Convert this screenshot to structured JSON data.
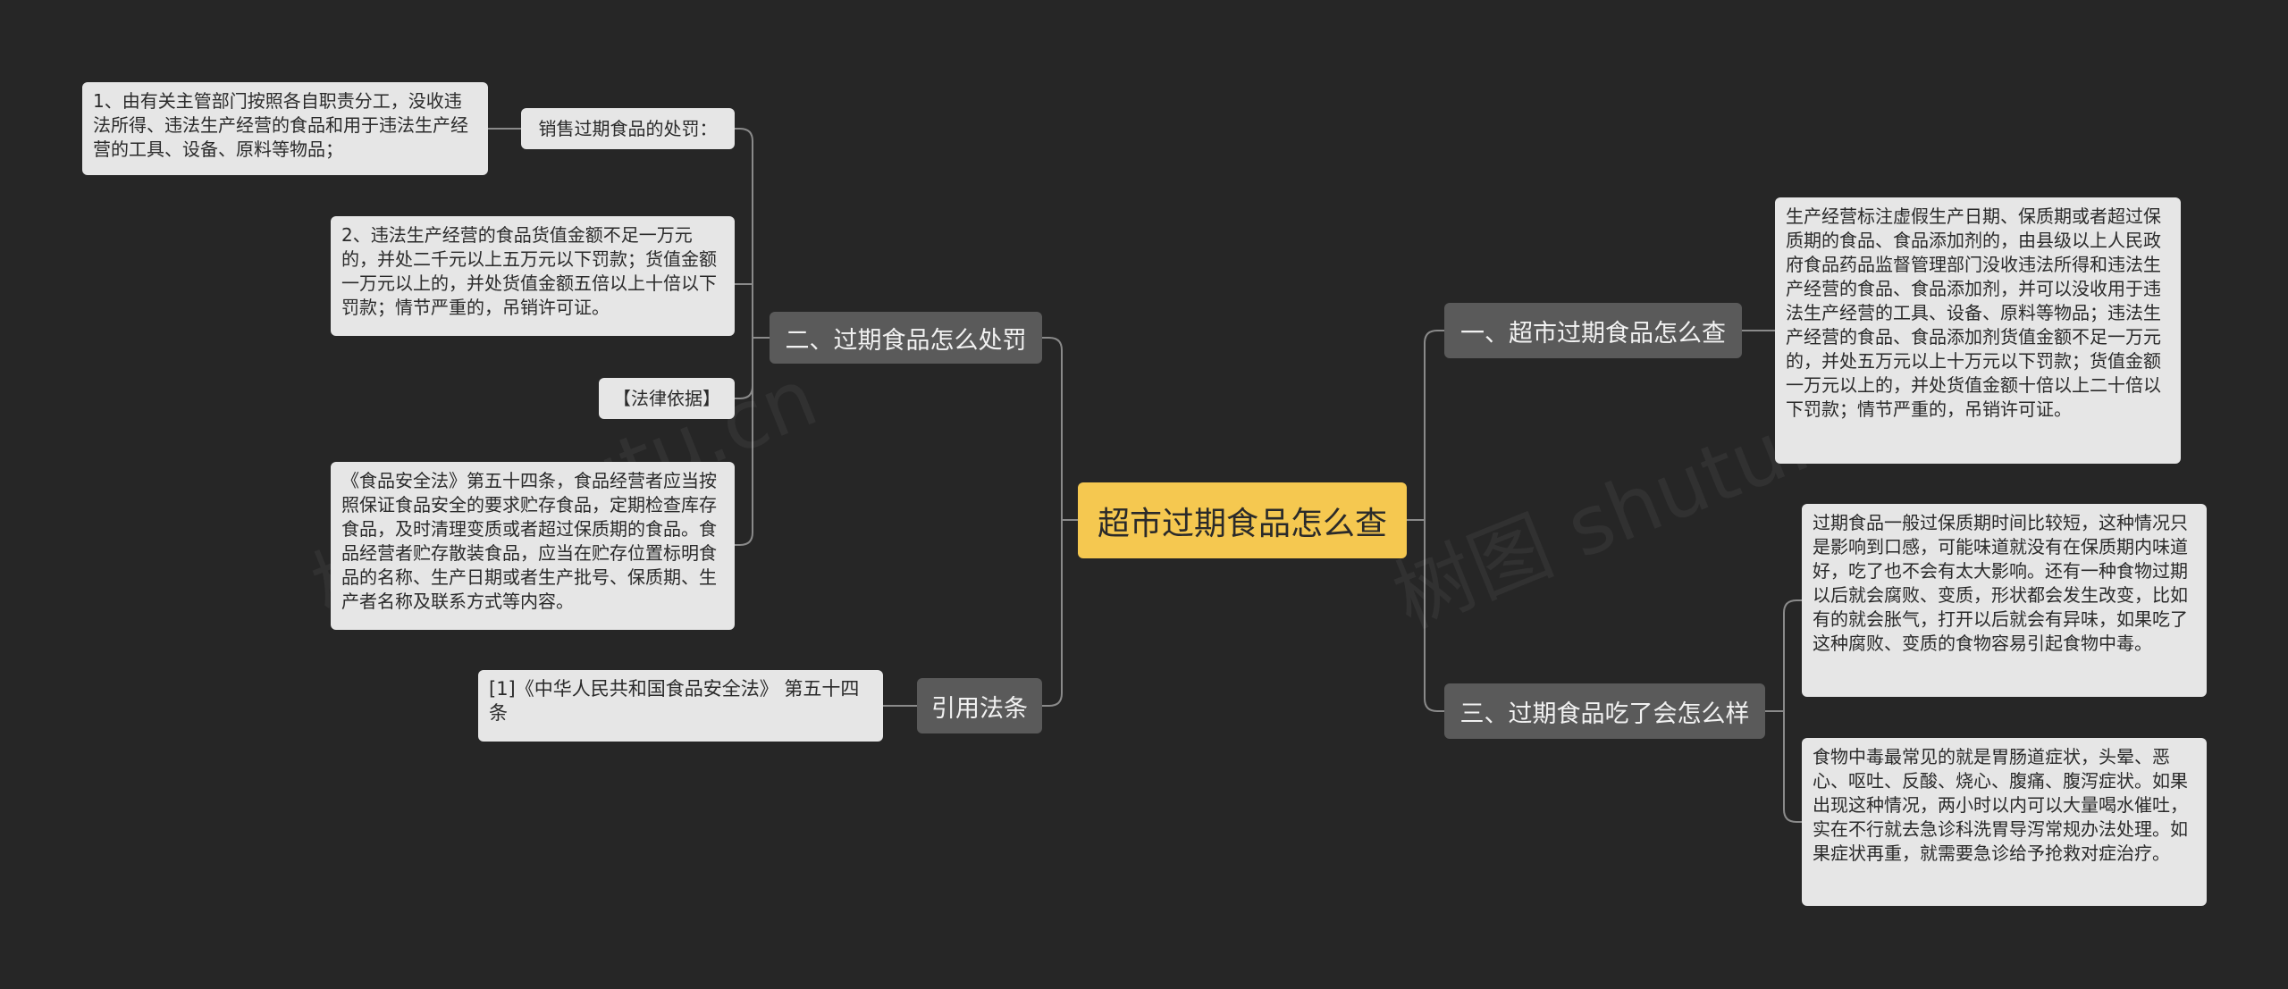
{
  "root": {
    "label": "超市过期食品怎么查"
  },
  "branches": [
    {
      "label": "二、过期食品怎么处罚",
      "children": [
        {
          "label": "销售过期食品的处罚：",
          "children": [
            {
              "text": "1、由有关主管部门按照各自职责分工，没收违法所得、违法生产经营的食品和用于违法生产经营的工具、设备、原料等物品；"
            }
          ]
        },
        {
          "text": "2、违法生产经营的食品货值金额不足一万元的，并处二千元以上五万元以下罚款；货值金额一万元以上的，并处货值金额五倍以上十倍以下罚款；情节严重的，吊销许可证。"
        },
        {
          "label": "【法律依据】"
        },
        {
          "text": "《食品安全法》第五十四条，食品经营者应当按照保证食品安全的要求贮存食品，定期检查库存食品，及时清理变质或者超过保质期的食品。食品经营者贮存散装食品，应当在贮存位置标明食品的名称、生产日期或者生产批号、保质期、生产者名称及联系方式等内容。"
        }
      ]
    },
    {
      "label": "引用法条",
      "children": [
        {
          "text": "[1]《中华人民共和国食品安全法》 第五十四条"
        }
      ]
    },
    {
      "label": "一、超市过期食品怎么查",
      "children": [
        {
          "text": "生产经营标注虚假生产日期、保质期或者超过保质期的食品、食品添加剂的，由县级以上人民政府食品药品监督管理部门没收违法所得和违法生产经营的食品、食品添加剂，并可以没收用于违法生产经营的工具、设备、原料等物品；违法生产经营的食品、食品添加剂货值金额不足一万元的，并处五万元以上十万元以下罚款；货值金额一万元以上的，并处货值金额十倍以上二十倍以下罚款；情节严重的，吊销许可证。"
        }
      ]
    },
    {
      "label": "三、过期食品吃了会怎么样",
      "children": [
        {
          "text": "过期食品一般过保质期时间比较短，这种情况只是影响到口感，可能味道就没有在保质期内味道好，吃了也不会有太大影响。还有一种食物过期以后就会腐败、变质，形状都会发生改变，比如有的就会胀气，打开以后就会有异味，如果吃了这种腐败、变质的食物容易引起食物中毒。"
        },
        {
          "text": "食物中毒最常见的就是胃肠道症状，头晕、恶心、呕吐、反酸、烧心、腹痛、腹泻症状。如果出现这种情况，两小时以内可以大量喝水催吐，实在不行就去急诊科洗胃导泻常规办法处理。如果症状再重，就需要急诊给予抢救对症治疗。"
        }
      ]
    }
  ],
  "watermarks": [
    "树图 shutu.cn",
    "树图 shutu.cn"
  ],
  "colors": {
    "background": "#262626",
    "root": "#f5c850",
    "branch": "#5a5a5a",
    "leaf": "#e6e6e6",
    "connector": "#8a8a8a"
  }
}
